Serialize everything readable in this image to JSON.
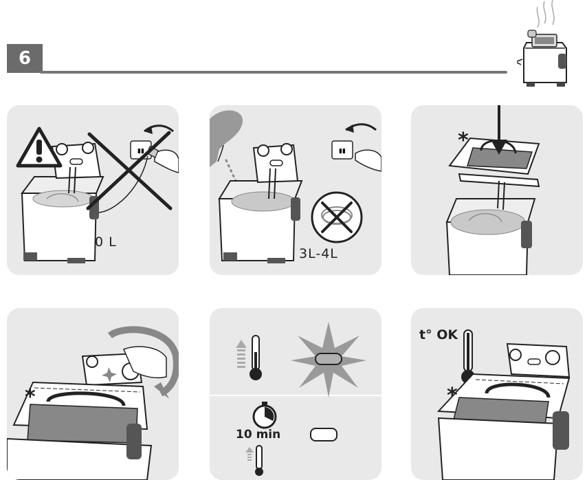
{
  "header": {
    "step_number": "6"
  },
  "panels": {
    "p1": {
      "capacity_label": "0 L"
    },
    "p2": {
      "capacity_label": "3L-4L"
    },
    "p3": {
      "note_marker": "*"
    },
    "p4": {
      "note_marker": "*"
    },
    "p5": {
      "timer_label": "10 min"
    },
    "p6": {
      "temp_ok_label": "t° OK",
      "note_marker": "*"
    }
  },
  "icons": {
    "warning": "warning-triangle-icon",
    "cross": "cross-out-icon",
    "thermometer": "thermometer-icon",
    "timer": "timer-icon",
    "indicator_light": "indicator-light-icon",
    "arrow_down": "arrow-down-icon",
    "arrow_rotate": "rotate-arrow-icon"
  },
  "colors": {
    "panel_bg": "#e9e9e9",
    "badge_bg": "#6b6b6b",
    "oil": "#c9c9c9",
    "dark": "#222222"
  }
}
